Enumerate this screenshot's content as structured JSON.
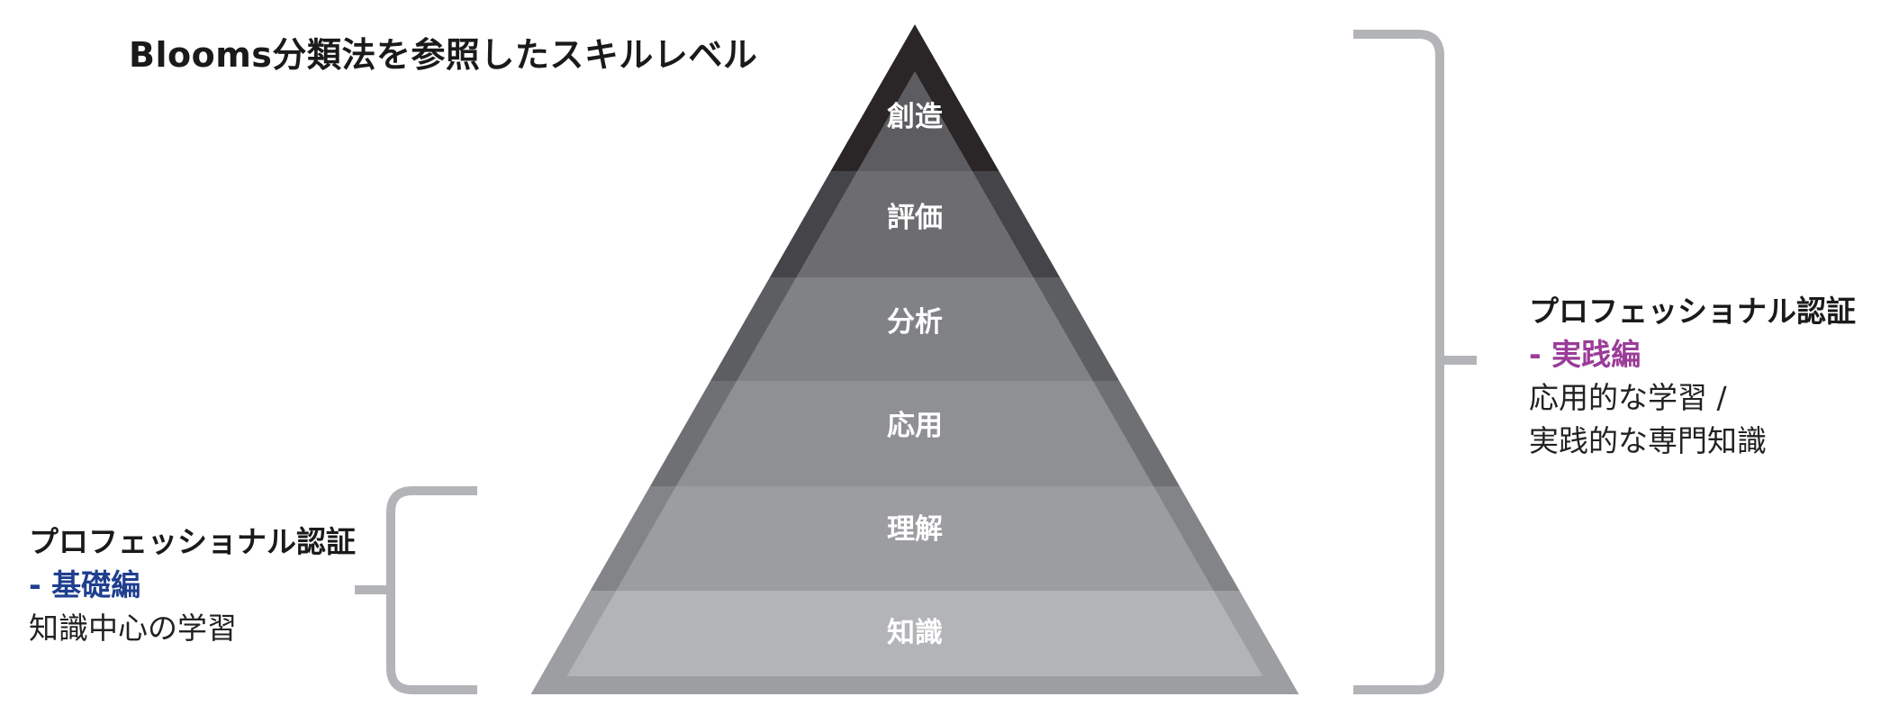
{
  "title": "Blooms分類法を参照したスキルレベル",
  "levels": [
    {
      "label": "創造",
      "fill": "#5d5c61",
      "edge": "#2a2628"
    },
    {
      "label": "評価",
      "fill": "#6d6d71",
      "edge": "#454448"
    },
    {
      "label": "分析",
      "fill": "#818286",
      "edge": "#5d5e62"
    },
    {
      "label": "応用",
      "fill": "#8f9094",
      "edge": "#6f7074"
    },
    {
      "label": "理解",
      "fill": "#9c9da1",
      "edge": "#838488"
    },
    {
      "label": "知識",
      "fill": "#b2b4b7",
      "edge": "#9d9ea2"
    }
  ],
  "certs": {
    "basic": {
      "title": "プロフェッショナル認証",
      "subtitle": "- 基礎編",
      "subtitle_color": "#1f3f8f",
      "desc": [
        "知識中心の学習"
      ]
    },
    "practical": {
      "title": "プロフェッショナル認証",
      "subtitle": "- 実践編",
      "subtitle_color": "#9a3c98",
      "desc": [
        "応用的な学習 /",
        "実践的な専門知識"
      ]
    }
  },
  "bracket_color": "#b3b4b8"
}
